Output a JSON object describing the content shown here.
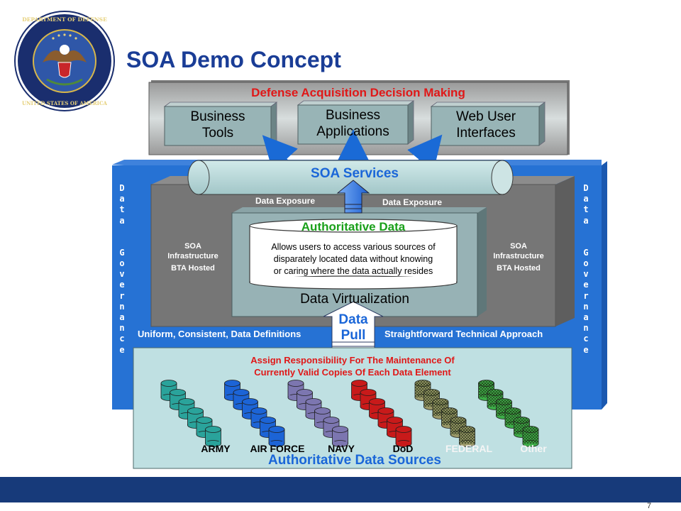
{
  "slide": {
    "title": "SOA Demo Concept",
    "page_number": "7"
  },
  "colors": {
    "title": "#1a3d96",
    "accent_red": "#e01818",
    "accent_blue": "#1a66d8",
    "governance_blue": "#2672d4",
    "footer": "#173a7a"
  },
  "decision_making": {
    "heading": "Defense Acquisition Decision Making",
    "boxes": [
      {
        "line1": "Business",
        "line2": "Tools"
      },
      {
        "line1": "Business",
        "line2": "Applications"
      },
      {
        "line1": "Web User",
        "line2": "Interfaces"
      }
    ]
  },
  "soa_services": {
    "label": "SOA Services"
  },
  "data_exposure": {
    "left": "Data Exposure",
    "right": "Data Exposure"
  },
  "infrastructure": {
    "line1": "SOA",
    "line2": "Infrastructure",
    "line3": "BTA Hosted"
  },
  "authoritative_data": {
    "heading": "Authoritative Data",
    "body_lines": [
      "Allows users to access various sources of",
      "disparately located data without knowing",
      "or caring where the data actually resides"
    ]
  },
  "data_virtualization": {
    "label": "Data Virtualization"
  },
  "data_pull": {
    "line1": "Data",
    "line2": "Pull"
  },
  "approach": {
    "left": "Uniform, Consistent, Data Definitions",
    "right": "Straightforward Technical Approach"
  },
  "governance": {
    "line1": "Data",
    "line2": "Governance"
  },
  "sources": {
    "heading_line1": "Assign Responsibility For The Maintenance Of",
    "heading_line2": "Currently Valid Copies Of Each Data Element",
    "footer": "Authoritative Data Sources",
    "groups": [
      {
        "label": "ARMY",
        "color": "#2aa39b",
        "pattern": false
      },
      {
        "label": "AIR FORCE",
        "color": "#1c64d6",
        "pattern": false
      },
      {
        "label": "NAVY",
        "color": "#7c76b0",
        "pattern": false
      },
      {
        "label": "DoD",
        "color": "#c81a1a",
        "pattern": false
      },
      {
        "label": "FEDERAL",
        "color": "#9a9868",
        "pattern": true
      },
      {
        "label": "Other",
        "color": "#3dac48",
        "pattern": true
      }
    ]
  }
}
